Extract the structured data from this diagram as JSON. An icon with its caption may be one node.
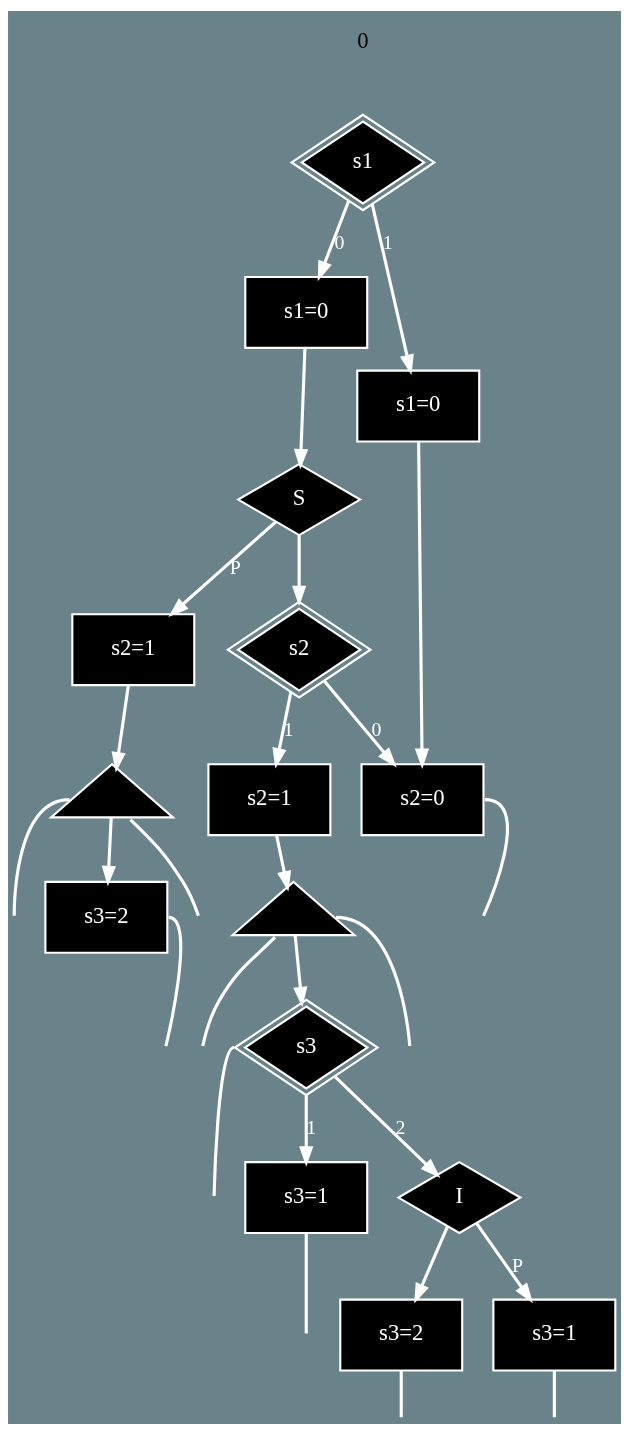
{
  "diagram": {
    "nodes": [
      {
        "text": [
          "s1"
        ]
      },
      {
        "text": [
          "s1=0"
        ]
      },
      {
        "text": [
          "s1=0"
        ]
      },
      {
        "text": [
          "S"
        ]
      },
      {
        "text": [
          "s2"
        ]
      },
      {
        "text": [
          "s2=1"
        ]
      },
      {
        "text": [
          "s2=1"
        ]
      },
      {
        "text": [
          "s2=0"
        ]
      },
      {
        "text": [],
        "shape": "triangle"
      },
      {
        "text": [],
        "shape": "triangle"
      },
      {
        "text": [
          "s3"
        ]
      },
      {
        "text": [
          "I"
        ]
      },
      {
        "text": [
          "s3=1"
        ]
      },
      {
        "text": [
          "s3=1"
        ]
      },
      {
        "text": [
          "s3=2"
        ]
      },
      {
        "text": [
          "s3=2"
        ]
      }
    ],
    "edges": [
      {
        "from": 0,
        "to": 1,
        "arrow": "to",
        "label": "0"
      },
      {
        "from": 0,
        "to": 2,
        "arrow": "to",
        "label": "1"
      },
      {
        "from": 1,
        "to": 3,
        "arrow": "to"
      },
      {
        "from": 3,
        "to": 5,
        "arrow": "to",
        "label": "P"
      },
      {
        "from": 3,
        "to": 4,
        "arrow": "to"
      },
      {
        "from": 4,
        "to": 6,
        "arrow": "to",
        "label": "1"
      },
      {
        "from": 4,
        "to": 7,
        "arrow": "to",
        "label": "0"
      },
      {
        "from": 2,
        "to": 7,
        "arrow": "to"
      },
      {
        "from": 5,
        "to": 8,
        "arrow": "to"
      },
      {
        "from": 6,
        "to": 9,
        "arrow": "to"
      },
      {
        "from": 9,
        "to": 10,
        "arrow": "to"
      },
      {
        "from": 8,
        "to": 15,
        "arrow": "to"
      },
      {
        "from": 10,
        "to": 12,
        "arrow": "to",
        "label": "1"
      },
      {
        "from": 10,
        "to": 11,
        "arrow": "to",
        "label": "2"
      },
      {
        "from": 11,
        "to": 13,
        "arrow": "to",
        "label": "P"
      },
      {
        "from": 11,
        "to": 14,
        "arrow": "to"
      },
      {
        "from": 7,
        "to": null,
        "arrow": "none"
      },
      {
        "from": 8,
        "to": null,
        "arrow": "none"
      },
      {
        "from": 9,
        "to": null,
        "arrow": "none"
      },
      {
        "from": 8,
        "to": null,
        "arrow": "none"
      },
      {
        "from": 9,
        "to": null,
        "arrow": "none"
      },
      {
        "from": 10,
        "to": null,
        "arrow": "none"
      },
      {
        "from": 12,
        "to": null,
        "arrow": "none"
      },
      {
        "from": 13,
        "to": null,
        "arrow": "none"
      },
      {
        "from": 14,
        "to": null,
        "arrow": "none"
      },
      {
        "from": 15,
        "to": null,
        "arrow": "none"
      }
    ],
    "labels": [
      "0"
    ]
  }
}
